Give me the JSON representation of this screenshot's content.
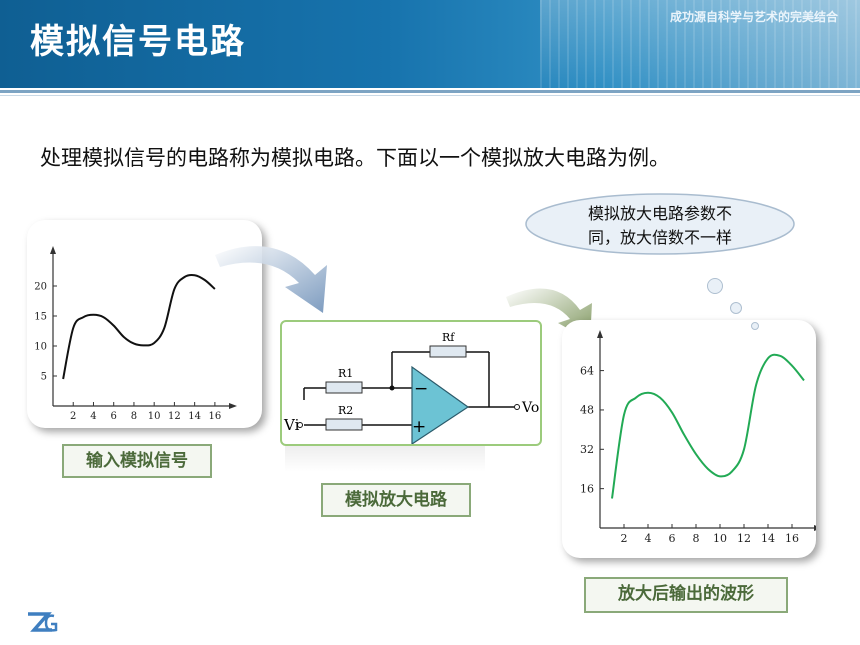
{
  "header": {
    "title": "模拟信号电路",
    "slogan": "成功源自科学与艺术的完美结合"
  },
  "intro": "处理模拟信号的电路称为模拟电路。下面以一个模拟放大电路为例。",
  "cloud_text": {
    "line1": "模拟放大电路参数不",
    "line2": "同，放大倍数不一样"
  },
  "labels": {
    "input": "输入模拟信号",
    "circuit": "模拟放大电路",
    "output": "放大后输出的波形"
  },
  "circuit": {
    "rf": "Rf",
    "r1": "R1",
    "r2": "R2",
    "vi": "Vi",
    "vo": "Vo",
    "minus": "−",
    "plus": "+"
  },
  "colors": {
    "curve": "#22aa55",
    "header": "#1773ad",
    "label_border": "#8aa979",
    "opamp": "#6cc3d4"
  },
  "chart_data": [
    {
      "type": "line",
      "x_ticks": [
        2,
        4,
        6,
        8,
        10,
        12,
        14,
        16
      ],
      "y_ticks": [
        5,
        10,
        15,
        20
      ],
      "xlim": [
        0,
        17
      ],
      "ylim": [
        0,
        24
      ],
      "series": [
        {
          "x": [
            1,
            2,
            3,
            4,
            5,
            6,
            7,
            8,
            9,
            10,
            11,
            12,
            13,
            14,
            15,
            16
          ],
          "y": [
            4.5,
            13,
            14.8,
            15.2,
            14.8,
            13.4,
            11.5,
            10.4,
            10.1,
            10.5,
            13,
            19.5,
            21.5,
            21.8,
            21,
            19.5
          ]
        }
      ]
    },
    {
      "type": "line",
      "x_ticks": [
        2,
        4,
        6,
        8,
        10,
        12,
        14,
        16
      ],
      "y_ticks": [
        16,
        32,
        48,
        64
      ],
      "xlim": [
        0,
        17.5
      ],
      "ylim": [
        0,
        74
      ],
      "series": [
        {
          "x": [
            1,
            2,
            3,
            4,
            5,
            6,
            7,
            8,
            9,
            10,
            11,
            12,
            13,
            14,
            15,
            16,
            17
          ],
          "y": [
            12,
            46,
            53,
            55,
            53,
            47,
            38,
            30,
            24,
            21,
            23,
            32,
            58,
            69,
            70,
            66,
            60
          ]
        }
      ]
    }
  ]
}
